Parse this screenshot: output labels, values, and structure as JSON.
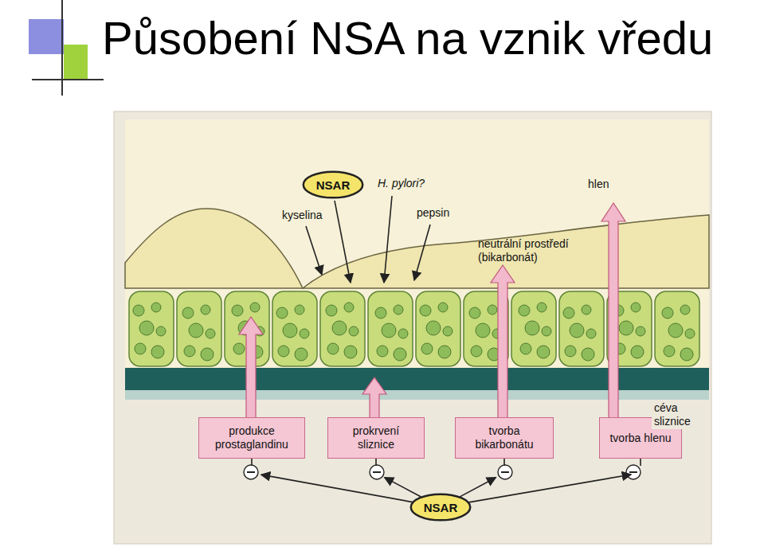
{
  "diagram": {
    "title": "Působení NSA na vznik vředu",
    "nodes": [
      {
        "text": [
          "NSAR"
        ]
      },
      {
        "text": [
          "produkce prostaglandinu"
        ]
      },
      {
        "text": [
          "prokrvení sliznice"
        ]
      },
      {
        "text": [
          "tvorba bikarbonátu"
        ]
      },
      {
        "text": [
          "tvorba hlenu"
        ]
      },
      {
        "text": [
          "NSAR"
        ]
      }
    ],
    "edges": [
      {
        "from": 5,
        "to": 1,
        "arrow": "to"
      },
      {
        "from": 5,
        "to": 2,
        "arrow": "to"
      },
      {
        "from": 5,
        "to": 3,
        "arrow": "to"
      },
      {
        "from": 5,
        "to": 4,
        "arrow": "to"
      }
    ],
    "labels": [
      "H. pylori?",
      "kyselina",
      "pepsin",
      "hlen",
      "neutrální prostředí (bikarbonát)",
      "céva sliznice"
    ]
  }
}
